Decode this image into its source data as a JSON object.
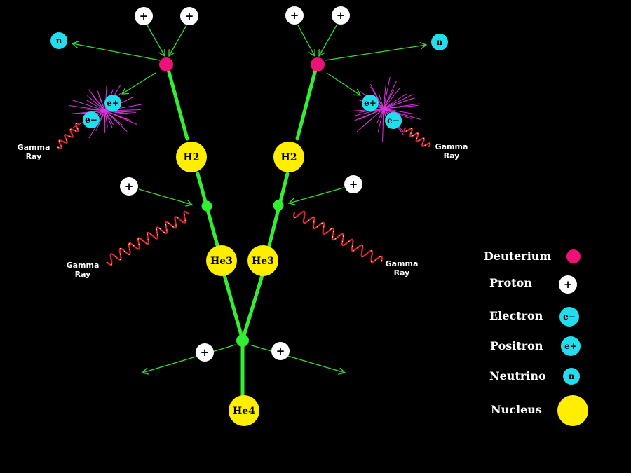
{
  "colors": {
    "background": "#000000",
    "arrow": "#33dd33",
    "path": "#33ee33",
    "deuterium": "#ee1177",
    "proton": "#ffffff",
    "lepton": "#22ddee",
    "nucleus": "#ffee00",
    "burst": "#dd33dd",
    "gamma": "#dd2222",
    "gamma_highlight": "#ffffff"
  },
  "labels": {
    "proton": "+",
    "neutrino": "n",
    "positron": "e+",
    "electron": "e−",
    "h2": "H2",
    "he3": "He3",
    "he4": "He4",
    "gamma_line1": "Gamma",
    "gamma_line2": "Ray"
  },
  "legend": [
    {
      "label": "Deuterium",
      "icon": "deuterium",
      "symbol": ""
    },
    {
      "label": "Proton",
      "icon": "proton",
      "symbol": "+"
    },
    {
      "label": "Electron",
      "icon": "electron",
      "symbol": "e−"
    },
    {
      "label": "Positron",
      "icon": "positron",
      "symbol": "e+"
    },
    {
      "label": "Neutrino",
      "icon": "neutrino",
      "symbol": "n"
    },
    {
      "label": "Nucleus",
      "icon": "nucleus",
      "symbol": ""
    }
  ]
}
